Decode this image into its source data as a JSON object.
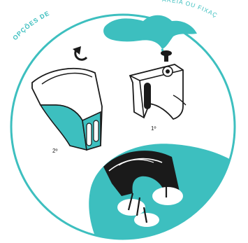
{
  "colors": {
    "teal": "#3dbfbf",
    "ink": "#1a1a1a",
    "white": "#ffffff",
    "ring": "#3dbfbf"
  },
  "arc_text": {
    "left": "OPÇÕES DE",
    "right": "AREIA OU FIXAÇ"
  },
  "steps": {
    "first": "1º",
    "second": "2º"
  },
  "icons": [
    "rotate-arrow-icon",
    "sand-cloud-icon",
    "screw-icon",
    "nail-icon"
  ]
}
